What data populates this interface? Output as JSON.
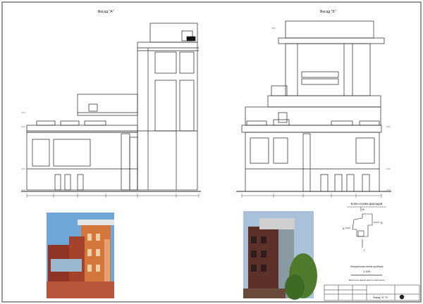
{
  "sheet": {
    "facade_a_title": "Фасад \"А\"",
    "facade_b_title": "Фасад \"Б\"",
    "key_plan_title": "Ключ-схема фасадов",
    "scale_caption": "Генеральная линия проёмов",
    "scale": "1:100",
    "scale_note": "Высотное здание жилого комплекса",
    "key_labels": [
      "А",
      "Б",
      "В",
      "Г"
    ],
    "stamp_text": "Фасад \"А\" \"Б\""
  },
  "photos": {
    "left_subject": "building photo with orange and red brick facade",
    "right_subject": "building photo with dark brick tower and green trees"
  },
  "colors": {
    "line": "#222222",
    "sky_left": "#6fa6d8",
    "brick_orange": "#d3773f",
    "brick_red": "#8e3526",
    "sky_right": "#aac2d9",
    "brick_dark": "#5d3029",
    "trees": "#4f7a2e"
  }
}
